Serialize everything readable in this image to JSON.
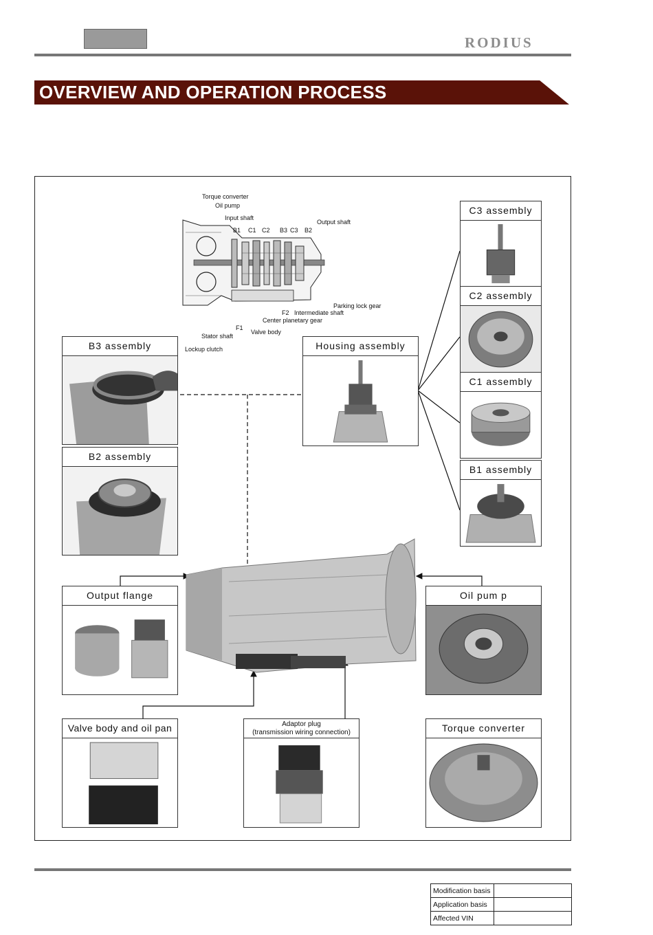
{
  "header": {
    "logo": "RODIUS"
  },
  "banner": {
    "title": "OVERVIEW AND OPERATION PROCESS"
  },
  "diagram": {
    "labels": {
      "torque_converter": "Torque converter",
      "oil_pump": "Oil pump",
      "input_shaft": "Input shaft",
      "b1": "B1",
      "c1": "C1",
      "c2": "C2",
      "b3": "B3",
      "c3": "C3",
      "b2": "B2",
      "output_shaft": "Output shaft",
      "parking_lock_gear": "Parking lock gear",
      "f2": "F2",
      "intermediate_shaft": "Intermediate shaft",
      "center_planetary_gear": "Center planetary gear",
      "f1": "F1",
      "valve_body": "Valve body",
      "stator_shaft": "Stator shaft",
      "lockup_clutch": "Lockup clutch"
    }
  },
  "panels": {
    "b3": "B3  assembly",
    "b2": "B2  assembly",
    "housing": "Housing   assembly",
    "c3": "C3  assembly",
    "c2": "C2  assembly",
    "c1": "C1  assembly",
    "b1": "B1  assembly",
    "output_flange": "Output   flange",
    "oil_pump": "Oil  pum p",
    "valve_body": "Valve  body  and  oil  pan",
    "adaptor_line1": "Adaptor  plug",
    "adaptor_line2": "(transmission   wiring   connection)",
    "torque_converter": "Torque  converter"
  },
  "footer": {
    "rows": [
      {
        "label": "Modification basis",
        "value": ""
      },
      {
        "label": "Application basis",
        "value": ""
      },
      {
        "label": "Affected VIN",
        "value": ""
      }
    ]
  }
}
